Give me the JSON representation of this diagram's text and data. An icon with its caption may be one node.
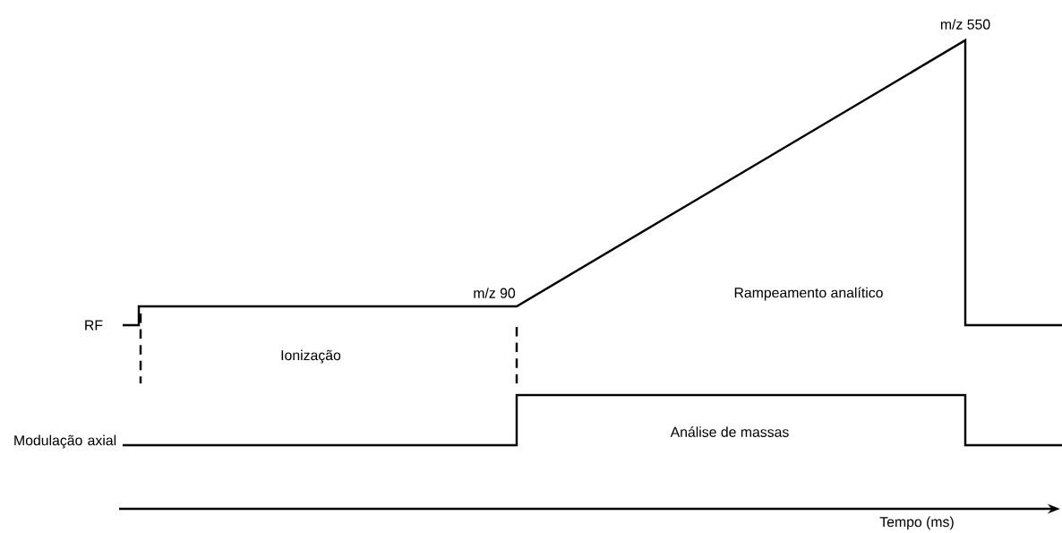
{
  "diagram": {
    "labels": [
      "m/z 550",
      "m/z 90",
      "Rampeamento analítico",
      "RF",
      "Ionização",
      "Modulação axial",
      "Análise de massas",
      "Tempo (ms)"
    ]
  }
}
